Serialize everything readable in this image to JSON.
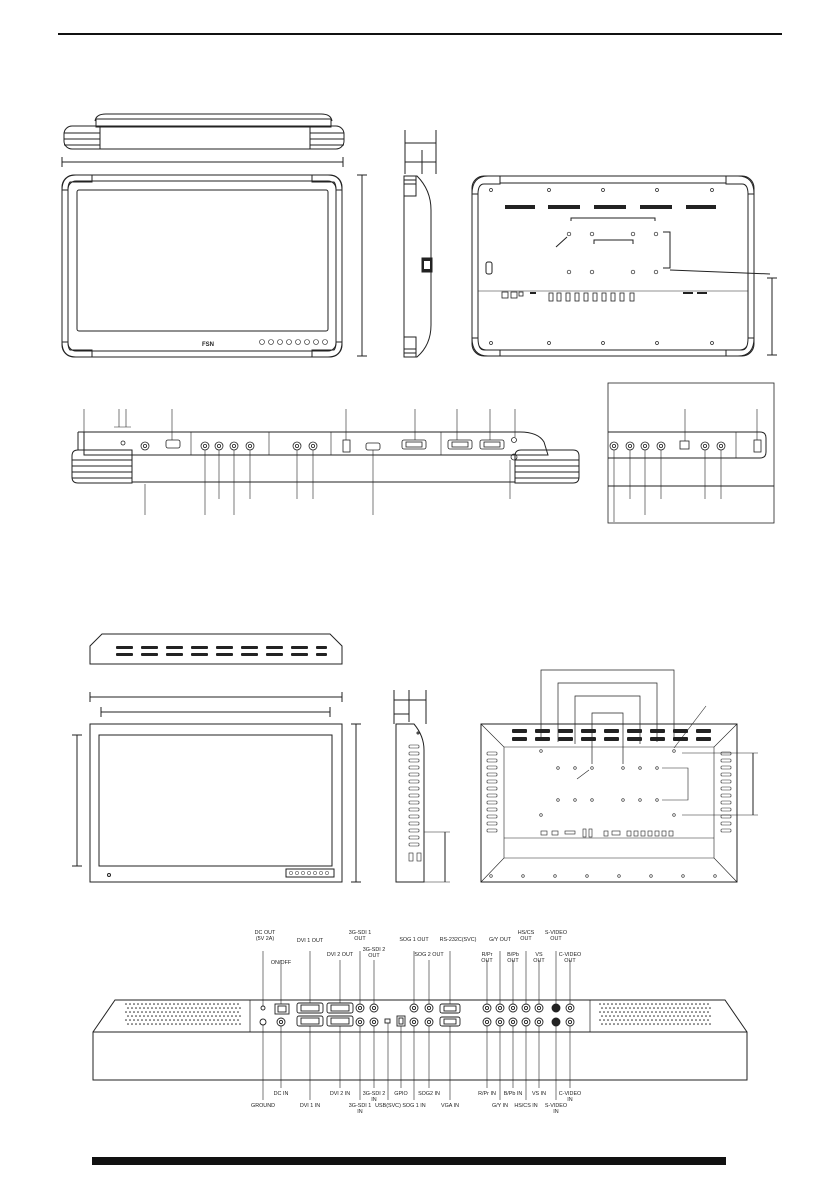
{
  "header": {
    "rule_color": "#111111"
  },
  "footer": {
    "bar_color": "#111111"
  },
  "drawing": {
    "stroke_color": "#222222",
    "front_brand": "FSN",
    "bottom_drawing": {
      "top_labels": [
        {
          "key": "dc_out",
          "lines": [
            "DC OUT",
            "(5V 2A)"
          ]
        },
        {
          "key": "on_off",
          "lines": [
            "ON/OFF"
          ]
        },
        {
          "key": "dvi1_out",
          "lines": [
            "DVI 1 OUT"
          ]
        },
        {
          "key": "dvi2_out",
          "lines": [
            "DVI 2 OUT"
          ]
        },
        {
          "key": "sdi1_out",
          "lines": [
            "3G-SDI 1",
            "OUT"
          ]
        },
        {
          "key": "sdi2_out",
          "lines": [
            "3G-SDI 2",
            "OUT"
          ]
        },
        {
          "key": "sog1_out",
          "lines": [
            "SOG 1 OUT"
          ]
        },
        {
          "key": "sog2_out",
          "lines": [
            "SOG 2 OUT"
          ]
        },
        {
          "key": "rs232",
          "lines": [
            "RS-232C(SVC)"
          ]
        },
        {
          "key": "rpr_out",
          "lines": [
            "R/Pr",
            "OUT"
          ]
        },
        {
          "key": "gy_out",
          "lines": [
            "G/Y OUT"
          ]
        },
        {
          "key": "bpb_out",
          "lines": [
            "B/Pb",
            "OUT"
          ]
        },
        {
          "key": "hscs_out",
          "lines": [
            "HS/CS",
            "OUT"
          ]
        },
        {
          "key": "vs_out",
          "lines": [
            "VS",
            "OUT"
          ]
        },
        {
          "key": "svideo_out",
          "lines": [
            "S-VIDEO",
            "OUT"
          ]
        },
        {
          "key": "cvideo_out",
          "lines": [
            "C-VIDEO",
            "OUT"
          ]
        }
      ],
      "bottom_labels": [
        {
          "key": "ground",
          "lines": [
            "GROUND"
          ]
        },
        {
          "key": "dc_in",
          "lines": [
            "DC IN"
          ]
        },
        {
          "key": "dvi1_in",
          "lines": [
            "DVI 1 IN"
          ]
        },
        {
          "key": "dvi2_in",
          "lines": [
            "DVI 2 IN"
          ]
        },
        {
          "key": "sdi2_in",
          "lines": [
            "3G-SDI 2",
            "IN"
          ]
        },
        {
          "key": "sdi1_in",
          "lines": [
            "3G-SDI 1",
            "IN"
          ]
        },
        {
          "key": "usb",
          "lines": [
            "USB(SVC)"
          ]
        },
        {
          "key": "gpio",
          "lines": [
            "GPIO"
          ]
        },
        {
          "key": "sog1_in",
          "lines": [
            "SOG 1 IN"
          ]
        },
        {
          "key": "sog2_in",
          "lines": [
            "SOG2 IN"
          ]
        },
        {
          "key": "vga_in",
          "lines": [
            "VGA IN"
          ]
        },
        {
          "key": "rpr_in",
          "lines": [
            "R/Pr IN"
          ]
        },
        {
          "key": "gy_in",
          "lines": [
            "G/Y IN"
          ]
        },
        {
          "key": "bpb_in",
          "lines": [
            "B/Pb IN"
          ]
        },
        {
          "key": "hscs_in",
          "lines": [
            "HS/CS IN"
          ]
        },
        {
          "key": "vs_in",
          "lines": [
            "VS IN"
          ]
        },
        {
          "key": "svideo_in",
          "lines": [
            "S-VIDEO",
            "IN"
          ]
        },
        {
          "key": "cvideo_in",
          "lines": [
            "C-VIDEO",
            "IN"
          ]
        }
      ]
    }
  }
}
